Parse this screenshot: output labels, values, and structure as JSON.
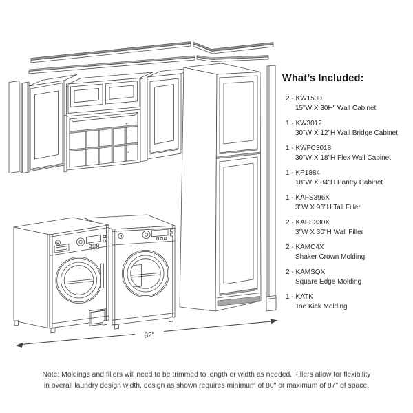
{
  "included": {
    "heading": "What’s Included:",
    "items": [
      {
        "line1": "2 - KW1530",
        "line2": "15\"W X 30H\" Wall Cabinet"
      },
      {
        "line1": "1 - KW3012",
        "line2": "30\"W X 12\"H Wall Bridge Cabinet"
      },
      {
        "line1": "1 - KWFC3018",
        "line2": "30\"W X 18\"H Flex Wall Cabinet"
      },
      {
        "line1": "1 - KP1884",
        "line2": "18\"W X 84\"H Pantry Cabinet"
      },
      {
        "line1": "1 - KAFS396X",
        "line2": "3\"W X 96\"H Tall Filler"
      },
      {
        "line1": "2 - KAFS330X",
        "line2": "3\"W X 30\"H Wall Filler"
      },
      {
        "line1": "2 - KAMC4X",
        "line2": "Shaker Crown Molding"
      },
      {
        "line1": "2 - KAMSQX",
        "line2": "Square Edge Molding"
      },
      {
        "line1": "1 - KATK",
        "line2": "Toe Kick Molding"
      }
    ]
  },
  "diagram": {
    "dimension_label": "82\"",
    "line_color": "#4a4a4a"
  },
  "note": {
    "line1": "Note: Moldings and fillers will need to be trimmed to length or width as needed. Fillers allow for flexibility",
    "line2": "in overall laundry design width, design as shown requires minimum of 80\" or maximum of 87\" of space."
  }
}
